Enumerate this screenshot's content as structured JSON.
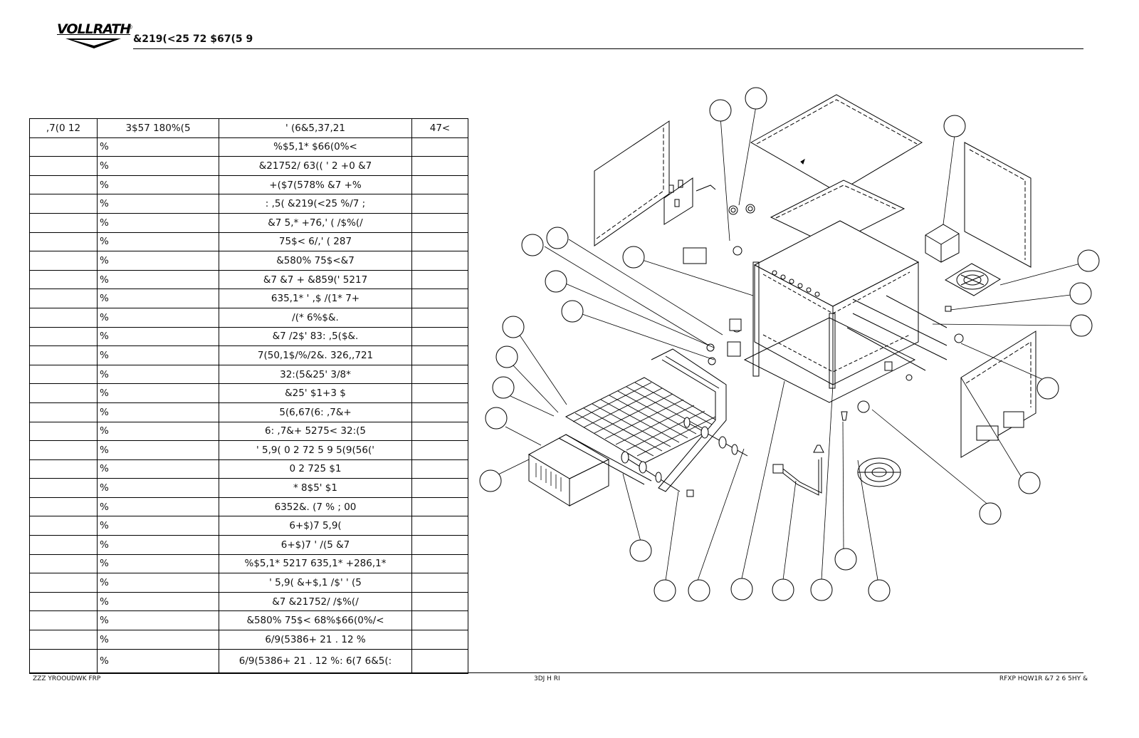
{
  "header": {
    "logo_text": "VOLLRATH",
    "logo_mark": "®",
    "title": "&219(<25 72 $67(5  9"
  },
  "table": {
    "columns": [
      ",7(0 12 ",
      "3$57 180%(5",
      "' (6&5,37,21",
      "47<"
    ],
    "rows": [
      {
        "item": "",
        "part": "%",
        "desc": "%$5,1* $66(0%< ",
        "qty": ""
      },
      {
        "item": "",
        "part": "%",
        "desc": "&21752/ 63(( ' 2 +0 &7",
        "qty": ""
      },
      {
        "item": "",
        "part": "%",
        "desc": "+($7(578% &7 +%",
        "qty": ""
      },
      {
        "item": "",
        "part": "%",
        "desc": ": ,5( &219(<25 %/7 ; ",
        "qty": ""
      },
      {
        "item": "",
        "part": "%",
        "desc": "&7 5,* +76,' ( /$%(/",
        "qty": ""
      },
      {
        "item": "",
        "part": "%",
        "desc": "75$< 6/,' ( 287",
        "qty": ""
      },
      {
        "item": "",
        "part": "%",
        "desc": "&580% 75$<&7",
        "qty": ""
      },
      {
        "item": "",
        "part": "%",
        "desc": "&7 &7 + &859(' 5217",
        "qty": ""
      },
      {
        "item": "",
        "part": "%",
        "desc": "635,1* ' ,$ /(1* 7+",
        "qty": ""
      },
      {
        "item": "",
        "part": "%",
        "desc": "/(* 6%$&. ",
        "qty": ""
      },
      {
        "item": "",
        "part": "%",
        "desc": "&7 /2$' 83: ,5($&.",
        "qty": ""
      },
      {
        "item": "",
        "part": "%",
        "desc": "7(50,1$/%/2&. 326,,721",
        "qty": ""
      },
      {
        "item": "",
        "part": "%",
        "desc": "32:(5&25' 3/8*",
        "qty": ""
      },
      {
        "item": "",
        "part": "%",
        "desc": "&25' $1+3 $",
        "qty": ""
      },
      {
        "item": "",
        "part": "%",
        "desc": "5(6,67(6: ,7&+",
        "qty": ""
      },
      {
        "item": "",
        "part": "%",
        "desc": "6: ,7&+ 5275< 32:(5",
        "qty": ""
      },
      {
        "item": "",
        "part": "%",
        "desc": "' 5,9( 0 2 72 5 9 5(9(56(' ",
        "qty": ""
      },
      {
        "item": "",
        "part": "%",
        "desc": "0 2 725 $1",
        "qty": ""
      },
      {
        "item": "",
        "part": "%",
        "desc": "* 8$5' $1",
        "qty": ""
      },
      {
        "item": "",
        "part": "%",
        "desc": "6352&. (7 % ; 00",
        "qty": ""
      },
      {
        "item": "",
        "part": "%",
        "desc": "6+$)7 5,9( ",
        "qty": ""
      },
      {
        "item": "",
        "part": "%",
        "desc": "6+$)7 ' /(5 &7",
        "qty": ""
      },
      {
        "item": "",
        "part": "%",
        "desc": "%$5,1* 5217 635,1* +286,1*",
        "qty": ""
      },
      {
        "item": "",
        "part": "%",
        "desc": "' 5,9( &+$,1 /$' ' (5",
        "qty": ""
      },
      {
        "item": "",
        "part": "%",
        "desc": "&7 &21752/ /$%(/",
        "qty": ""
      },
      {
        "item": "",
        "part": "%",
        "desc": "&580% 75$< 68%$66(0%/<",
        "qty": ""
      },
      {
        "item": "",
        "part": "%",
        "desc": "6/9(5386+ 21 . 12 %",
        "qty": ""
      },
      {
        "item": "",
        "part": "%",
        "desc": "6/9(5386+ 21 . 12 %: 6(7 6&5(:",
        "qty": ""
      }
    ]
  },
  "diagram": {
    "callouts": [
      "",
      "",
      "",
      "",
      "",
      "",
      "",
      "",
      "",
      "",
      "",
      "",
      "",
      "",
      "",
      "",
      "",
      "",
      "",
      "",
      "",
      "",
      "",
      "",
      "",
      "",
      "",
      "",
      ""
    ]
  },
  "footer": {
    "left": "ZZZ YROOUDWK FRP",
    "center": "3DJ H RI ",
    "right": "  RFXP HQW1R &7   2 6 5HY &"
  }
}
